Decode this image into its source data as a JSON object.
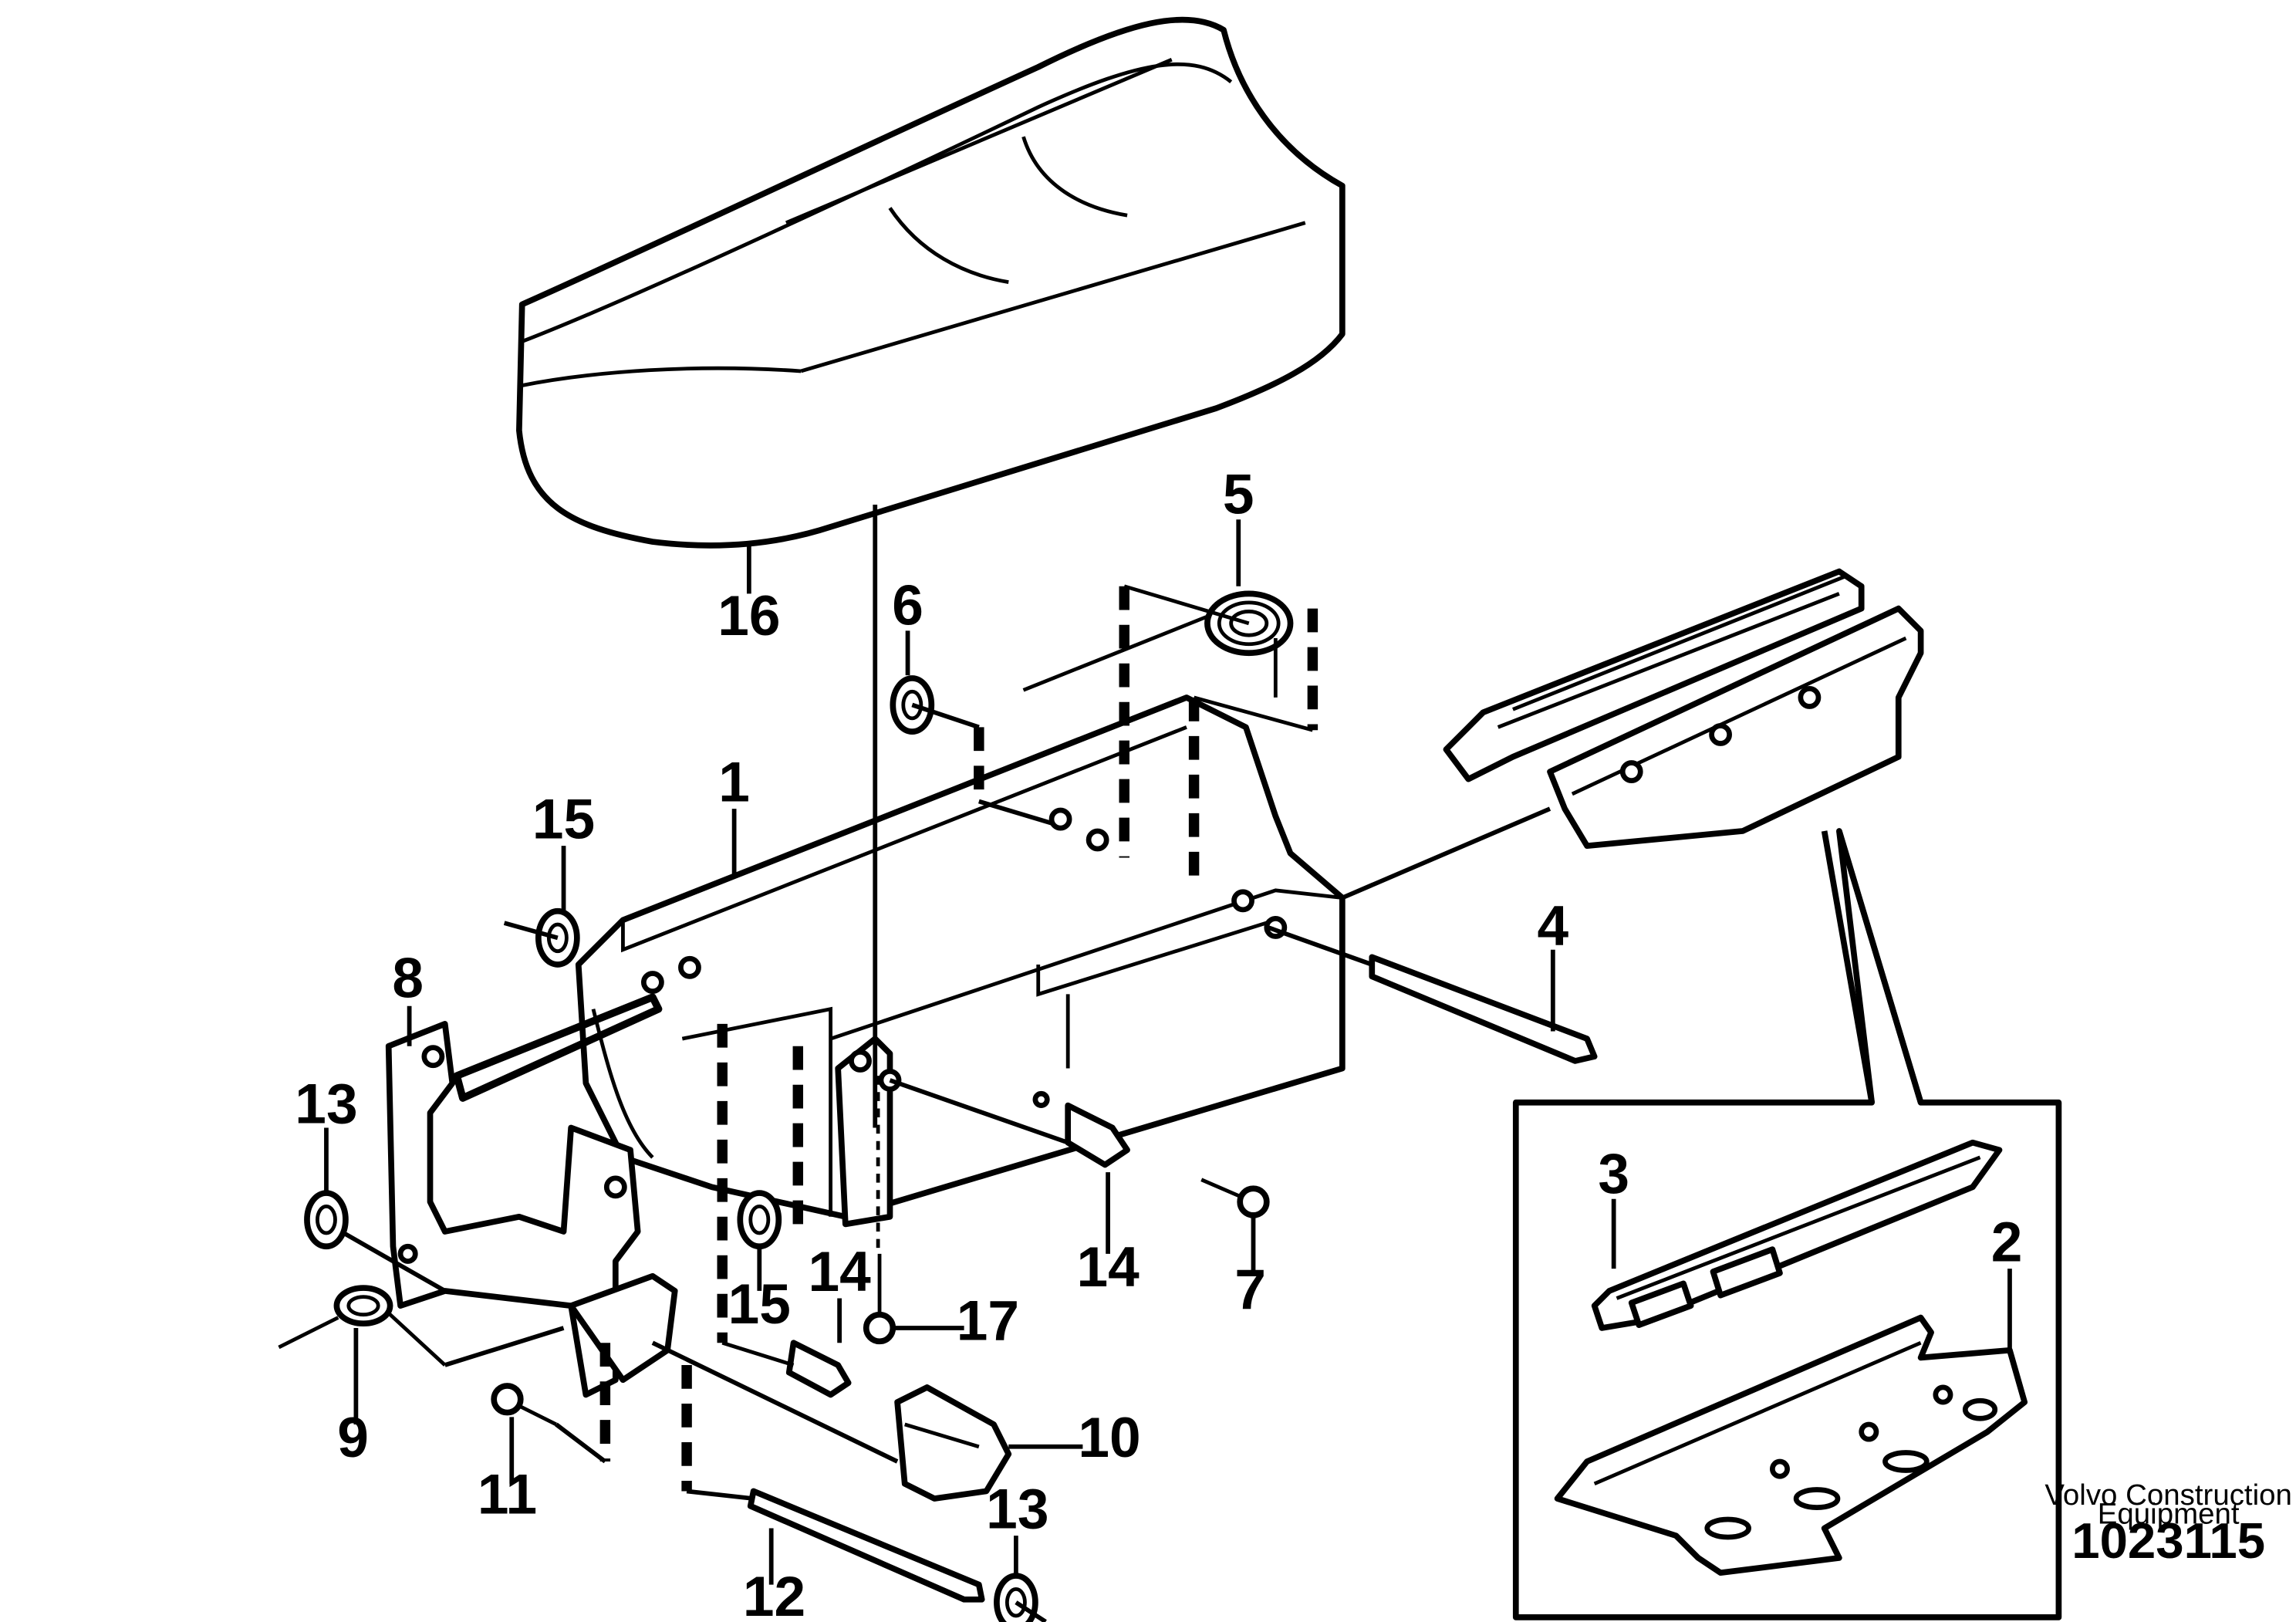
{
  "callouts": [
    {
      "id": "1",
      "label": "1"
    },
    {
      "id": "2",
      "label": "2"
    },
    {
      "id": "3",
      "label": "3"
    },
    {
      "id": "4",
      "label": "4"
    },
    {
      "id": "5",
      "label": "5"
    },
    {
      "id": "6",
      "label": "6"
    },
    {
      "id": "7",
      "label": "7"
    },
    {
      "id": "8",
      "label": "8"
    },
    {
      "id": "9",
      "label": "9"
    },
    {
      "id": "10",
      "label": "10"
    },
    {
      "id": "11",
      "label": "11"
    },
    {
      "id": "12",
      "label": "12"
    },
    {
      "id": "13a",
      "label": "13"
    },
    {
      "id": "13b",
      "label": "13"
    },
    {
      "id": "14a",
      "label": "14"
    },
    {
      "id": "14b",
      "label": "14"
    },
    {
      "id": "15a",
      "label": "15"
    },
    {
      "id": "15b",
      "label": "15"
    },
    {
      "id": "16",
      "label": "16"
    },
    {
      "id": "17",
      "label": "17"
    }
  ],
  "brand": {
    "line1": "Volvo Construction",
    "line2": "Equipment"
  },
  "document_number": "1023115"
}
